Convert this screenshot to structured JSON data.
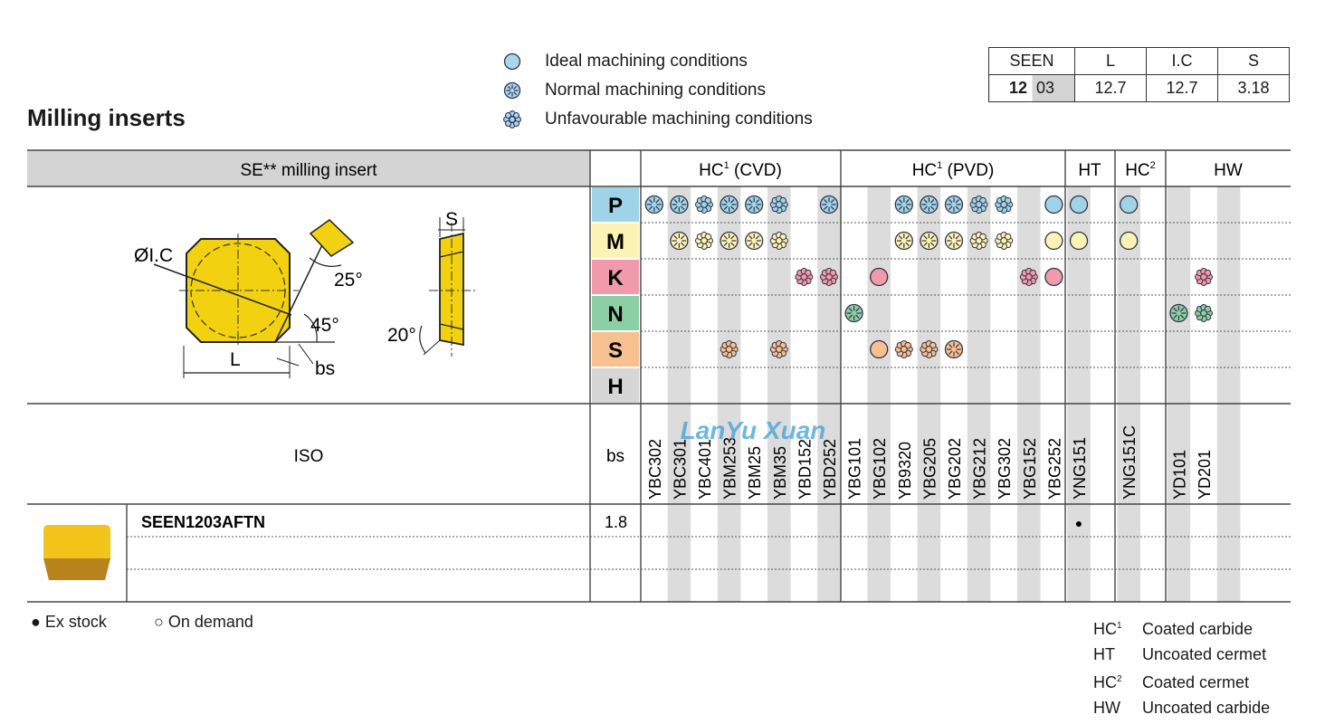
{
  "title": "Milling inserts",
  "legend": [
    {
      "label": "Ideal machining conditions",
      "icon": "ideal-circle-icon"
    },
    {
      "label": "Normal machining conditions",
      "icon": "normal-flower-icon"
    },
    {
      "label": "Unfavourable machining conditions",
      "icon": "unfavourable-flower-icon"
    }
  ],
  "dims_table": {
    "headers": [
      "SEEN",
      "L",
      "I.C",
      "S"
    ],
    "row": {
      "code_a": "12",
      "code_b": "03",
      "L": "12.7",
      "IC": "12.7",
      "S": "3.18"
    }
  },
  "header": {
    "insert_label": "SE** milling insert",
    "groups": [
      {
        "name": "HC",
        "sup": "1",
        "suffix": " (CVD)"
      },
      {
        "name": "HC",
        "sup": "1",
        "suffix": " (PVD)"
      },
      {
        "name": "HT",
        "sup": "",
        "suffix": ""
      },
      {
        "name": "HC",
        "sup": "2",
        "suffix": ""
      },
      {
        "name": "HW",
        "sup": "",
        "suffix": ""
      }
    ],
    "iso_label": "ISO",
    "bs_label": "bs"
  },
  "diagram_labels": {
    "ic": "ØI.C",
    "a25": "25°",
    "a45": "45°",
    "L": "L",
    "bs": "bs",
    "S": "S",
    "a20": "20°"
  },
  "materials": [
    {
      "letter": "P",
      "color": "#9fd3e8"
    },
    {
      "letter": "M",
      "color": "#fbf3b3"
    },
    {
      "letter": "K",
      "color": "#f09aac"
    },
    {
      "letter": "N",
      "color": "#8ccfa5"
    },
    {
      "letter": "S",
      "color": "#f7c08e"
    },
    {
      "letter": "H",
      "color": "#d6d6d6"
    }
  ],
  "grades": [
    "YBC302",
    "YBC301",
    "YBC401",
    "YBM253",
    "YBM25",
    "YBM35",
    "YBD152",
    "YBD252",
    "YBG101",
    "YBG102",
    "YB9320",
    "YBG205",
    "YBG202",
    "YBG212",
    "YBG302",
    "YBG152",
    "YBG252",
    "YNG151",
    "",
    "YNG151C",
    "",
    "YD101",
    "YD201",
    "",
    ""
  ],
  "suitability": {
    "P": [
      2,
      2,
      3,
      2,
      2,
      3,
      0,
      2,
      0,
      0,
      2,
      2,
      2,
      3,
      3,
      0,
      1,
      1,
      0,
      1,
      0,
      0,
      0,
      0,
      0
    ],
    "M": [
      0,
      2,
      3,
      2,
      2,
      3,
      0,
      0,
      0,
      0,
      2,
      2,
      2,
      3,
      3,
      0,
      1,
      1,
      0,
      1,
      0,
      0,
      0,
      0,
      0
    ],
    "K": [
      0,
      0,
      0,
      0,
      0,
      0,
      3,
      3,
      0,
      1,
      0,
      0,
      0,
      0,
      0,
      3,
      1,
      0,
      0,
      0,
      0,
      0,
      3,
      0,
      0
    ],
    "N": [
      0,
      0,
      0,
      0,
      0,
      0,
      0,
      0,
      2,
      0,
      0,
      0,
      0,
      0,
      0,
      0,
      0,
      0,
      0,
      0,
      0,
      2,
      3,
      0,
      0
    ],
    "S": [
      0,
      0,
      0,
      3,
      0,
      3,
      0,
      0,
      0,
      1,
      3,
      3,
      2,
      0,
      0,
      0,
      0,
      0,
      0,
      0,
      0,
      0,
      0,
      0,
      0
    ],
    "H": [
      0,
      0,
      0,
      0,
      0,
      0,
      0,
      0,
      0,
      0,
      0,
      0,
      0,
      0,
      0,
      0,
      0,
      0,
      0,
      0,
      0,
      0,
      0,
      0,
      0
    ]
  },
  "product": {
    "code": "SEEN1203AFTN",
    "bs": "1.8",
    "stock_col": 17,
    "stock_mark": "●"
  },
  "footer": {
    "ex_stock": "● Ex stock",
    "on_demand": "○ On demand",
    "abbreviations": [
      {
        "abbr": "HC",
        "sup": "1",
        "desc": "Coated carbide"
      },
      {
        "abbr": "HT",
        "sup": "",
        "desc": "Uncoated cermet"
      },
      {
        "abbr": "HC",
        "sup": "2",
        "desc": "Coated cermet"
      },
      {
        "abbr": "HW",
        "sup": "",
        "desc": "Uncoated carbide"
      }
    ]
  },
  "watermark": "LanYu Xuan",
  "colors": {
    "header_bg": "#d4d4d4",
    "stripe": "#dcdcdc",
    "insert_yellow": "#f2c419",
    "insert_dark": "#b6831c"
  }
}
